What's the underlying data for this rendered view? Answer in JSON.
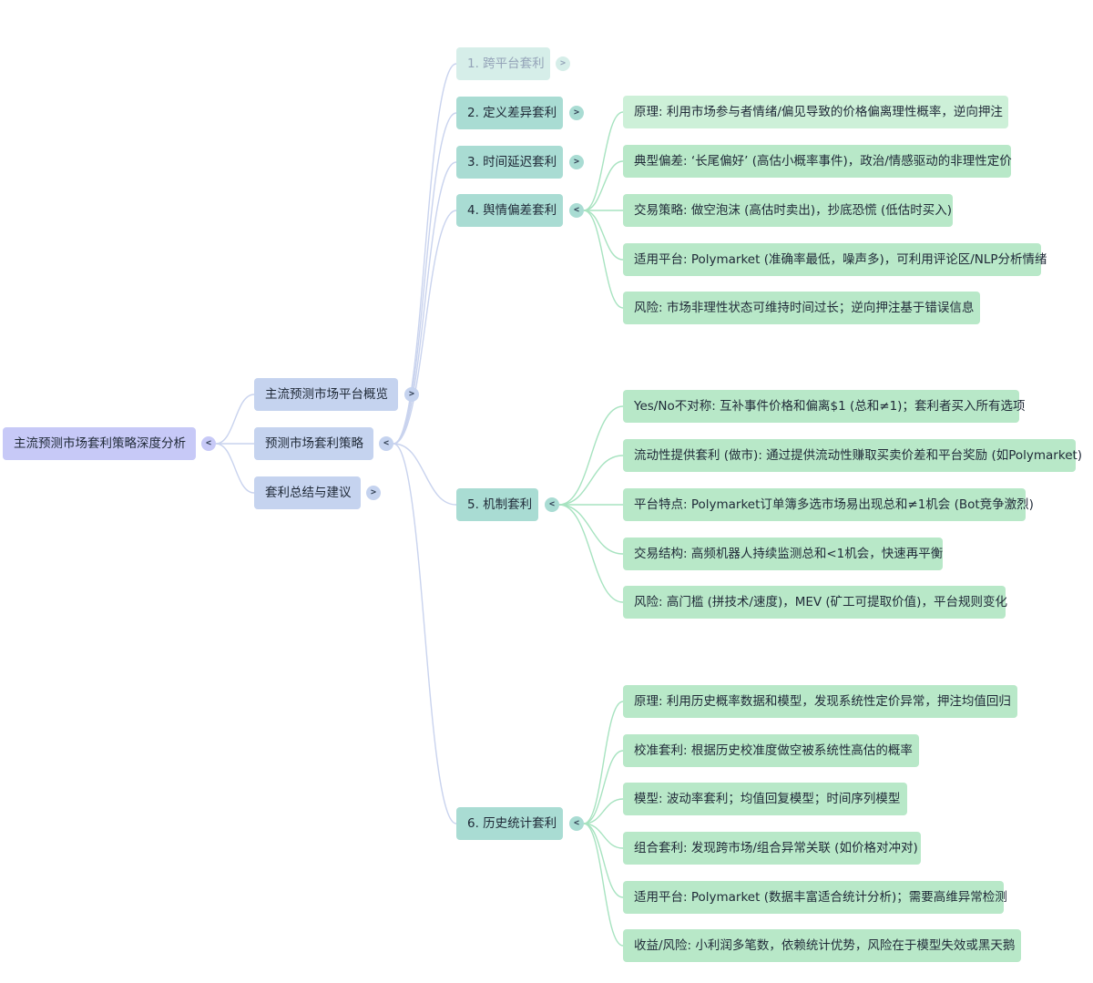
{
  "root": {
    "label": "主流预测市场套利策略深度分析",
    "toggle": "<"
  },
  "level1": [
    {
      "label": "主流预测市场平台概览",
      "toggle": ">"
    },
    {
      "label": "预测市场套利策略",
      "toggle": "<"
    },
    {
      "label": "套利总结与建议",
      "toggle": ">"
    }
  ],
  "strategies": [
    {
      "label": "1. 跨平台套利",
      "toggle": ">"
    },
    {
      "label": "2. 定义差异套利",
      "toggle": ">"
    },
    {
      "label": "3. 时间延迟套利",
      "toggle": ">"
    },
    {
      "label": "4. 舆情偏差套利",
      "toggle": "<"
    },
    {
      "label": "5. 机制套利",
      "toggle": "<"
    },
    {
      "label": "6. 历史统计套利",
      "toggle": "<"
    }
  ],
  "sentiment_details": [
    "原理: 利用市场参与者情绪/偏见导致的价格偏离理性概率，逆向押注",
    "典型偏差: ‘长尾偏好’ (高估小概率事件)，政治/情感驱动的非理性定价",
    "交易策略: 做空泡沫 (高估时卖出)，抄底恐慌 (低估时买入)",
    "适用平台: Polymarket (准确率最低，噪声多)，可利用评论区/NLP分析情绪",
    "风险: 市场非理性状态可维持时间过长；逆向押注基于错误信息"
  ],
  "mechanism_details": [
    "Yes/No不对称: 互补事件价格和偏离$1 (总和≠1)；套利者买入所有选项",
    "流动性提供套利 (做市): 通过提供流动性赚取买卖价差和平台奖励 (如Polymarket)",
    "平台特点: Polymarket订单簿多选市场易出现总和≠1机会 (Bot竞争激烈)",
    "交易结构: 高频机器人持续监测总和<1机会，快速再平衡",
    "风险: 高门槛 (拼技术/速度)，MEV (矿工可提取价值)，平台规则变化"
  ],
  "historical_details": [
    "原理: 利用历史概率数据和模型，发现系统性定价异常，押注均值回归",
    "校准套利: 根据历史校准度做空被系统性高估的概率",
    "模型: 波动率套利；均值回复模型；时间序列模型",
    "组合套利: 发现跨市场/组合异常关联 (如价格对冲对)",
    "适用平台: Polymarket (数据丰富适合统计分析)；需要高维异常检测",
    "收益/风险: 小利润多笔数，依赖统计优势，风险在于模型失效或黑天鹅"
  ],
  "colors": {
    "root": "#c7c9f7",
    "level1": "#c5d3ef",
    "strategy": "#a9dcd3",
    "leaf": "#b8e8c8",
    "link_level1": "#c9d3ee",
    "link_leaf": "#a7e3c0"
  }
}
